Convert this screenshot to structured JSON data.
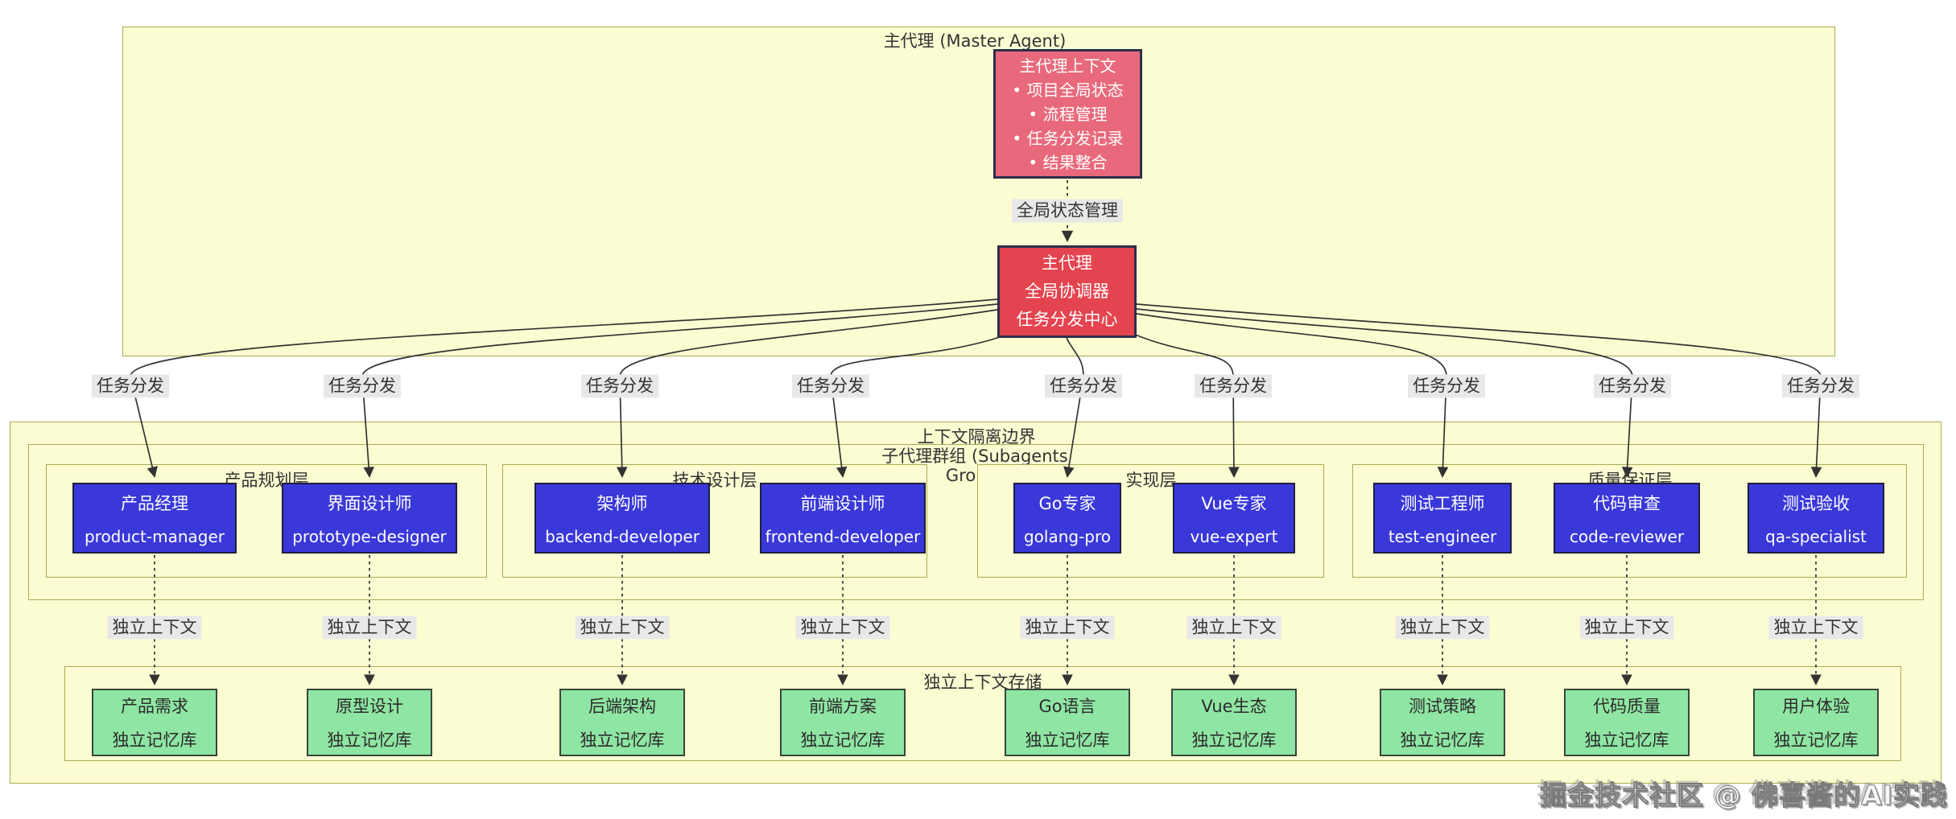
{
  "diagram": {
    "master_section": {
      "label": "主代理 (Master Agent)",
      "context_node": {
        "title": "主代理上下文",
        "items": [
          "• 项目全局状态",
          "• 流程管理",
          "• 任务分发记录",
          "• 结果整合"
        ]
      },
      "state_edge_label": "全局状态管理",
      "coordinator_node": {
        "lines": [
          "主代理",
          "全局协调器",
          "任务分发中心"
        ]
      }
    },
    "dispatch_edge_label": "任务分发",
    "isolation_section": {
      "label": "上下文隔离边界",
      "subagents_group_label": "子代理群组 (Subagents Group)",
      "layers": [
        {
          "label": "产品规划层",
          "agents": [
            {
              "role": "产品经理",
              "id": "product-manager"
            },
            {
              "role": "界面设计师",
              "id": "prototype-designer"
            }
          ]
        },
        {
          "label": "技术设计层",
          "agents": [
            {
              "role": "架构师",
              "id": "backend-developer"
            },
            {
              "role": "前端设计师",
              "id": "frontend-developer"
            }
          ]
        },
        {
          "label": "实现层",
          "agents": [
            {
              "role": "Go专家",
              "id": "golang-pro"
            },
            {
              "role": "Vue专家",
              "id": "vue-expert"
            }
          ]
        },
        {
          "label": "质量保证层",
          "agents": [
            {
              "role": "测试工程师",
              "id": "test-engineer"
            },
            {
              "role": "代码审查",
              "id": "code-reviewer"
            },
            {
              "role": "测试验收",
              "id": "qa-specialist"
            }
          ]
        }
      ]
    },
    "independent_edge_label": "独立上下文",
    "storage_section": {
      "label": "独立上下文存储",
      "memories": [
        {
          "topic": "产品需求",
          "store": "独立记忆库"
        },
        {
          "topic": "原型设计",
          "store": "独立记忆库"
        },
        {
          "topic": "后端架构",
          "store": "独立记忆库"
        },
        {
          "topic": "前端方案",
          "store": "独立记忆库"
        },
        {
          "topic": "Go语言",
          "store": "独立记忆库"
        },
        {
          "topic": "Vue生态",
          "store": "独立记忆库"
        },
        {
          "topic": "测试策略",
          "store": "独立记忆库"
        },
        {
          "topic": "代码质量",
          "store": "独立记忆库"
        },
        {
          "topic": "用户体验",
          "store": "独立记忆库"
        }
      ]
    },
    "watermark": "掘金技术社区 @ 佛喜酱的AI实践",
    "colors": {
      "container_fill": "#FCFCD2",
      "container_border": "#ABAB52",
      "master_context_fill": "#E8697B",
      "coordinator_fill": "#E4444F",
      "agent_fill": "#3A38D9",
      "memory_fill": "#8FE5A3",
      "edge_label_bg": "#E8E8E8",
      "edge_color": "#333333"
    }
  }
}
